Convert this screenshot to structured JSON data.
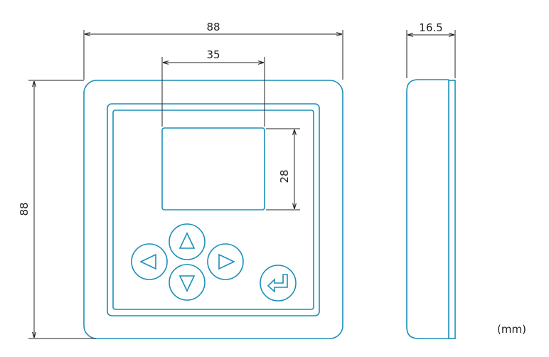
{
  "dimensions": {
    "front_width": "88",
    "front_height": "88",
    "display_width": "35",
    "display_height": "28",
    "depth": "16.5"
  },
  "unit_label": "(mm)",
  "buttons": [
    {
      "name": "up-button",
      "icon": "triangle-up-icon"
    },
    {
      "name": "left-button",
      "icon": "triangle-left-icon"
    },
    {
      "name": "right-button",
      "icon": "triangle-right-icon"
    },
    {
      "name": "down-button",
      "icon": "triangle-down-icon"
    },
    {
      "name": "enter-button",
      "icon": "enter-return-icon"
    }
  ],
  "colors": {
    "outline": "#1b8fb8",
    "dimension_line": "#222222"
  }
}
